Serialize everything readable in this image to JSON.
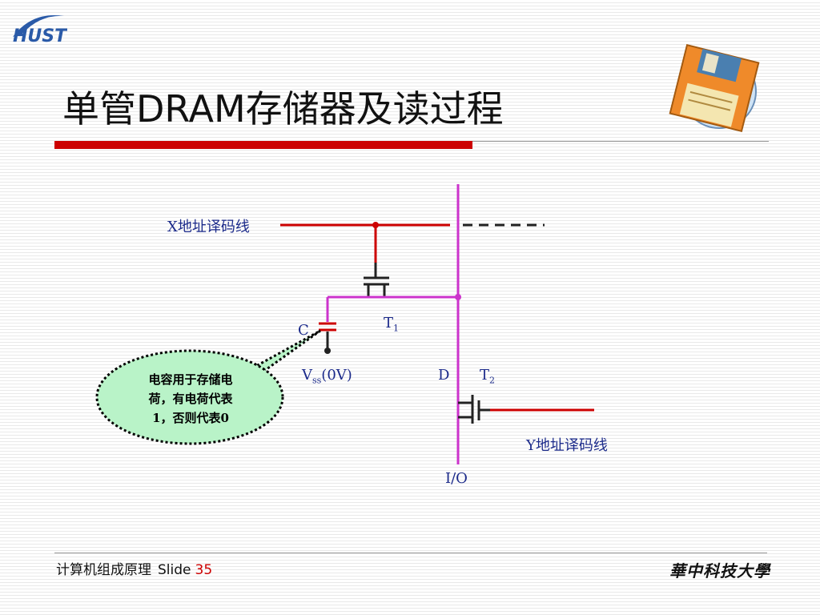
{
  "slide": {
    "title": "单管DRAM存储器及读过程"
  },
  "diagram": {
    "x_line_label": "X地址译码线",
    "y_line_label": "Y地址译码线",
    "t1_label": "T",
    "t1_sub": "1",
    "t2_label": "T",
    "t2_sub": "2",
    "cap_label": "C",
    "vss_label": "V",
    "vss_sub": "ss",
    "vss_value": "(0V)",
    "d_label": "D",
    "io_label": "I/O",
    "callout_line1": "电容用于存储电",
    "callout_line2": "荷，有电荷代表",
    "callout_line3": "1，否则代表0"
  },
  "footer": {
    "course": "计算机组成原理",
    "slide_word": "Slide",
    "slide_number": "35",
    "university": "華中科技大學"
  },
  "colors": {
    "red_line": "#cc0000",
    "magenta_line": "#cc33cc",
    "label_blue": "#1b2a8a",
    "callout_fill": "#b9f3c8"
  }
}
